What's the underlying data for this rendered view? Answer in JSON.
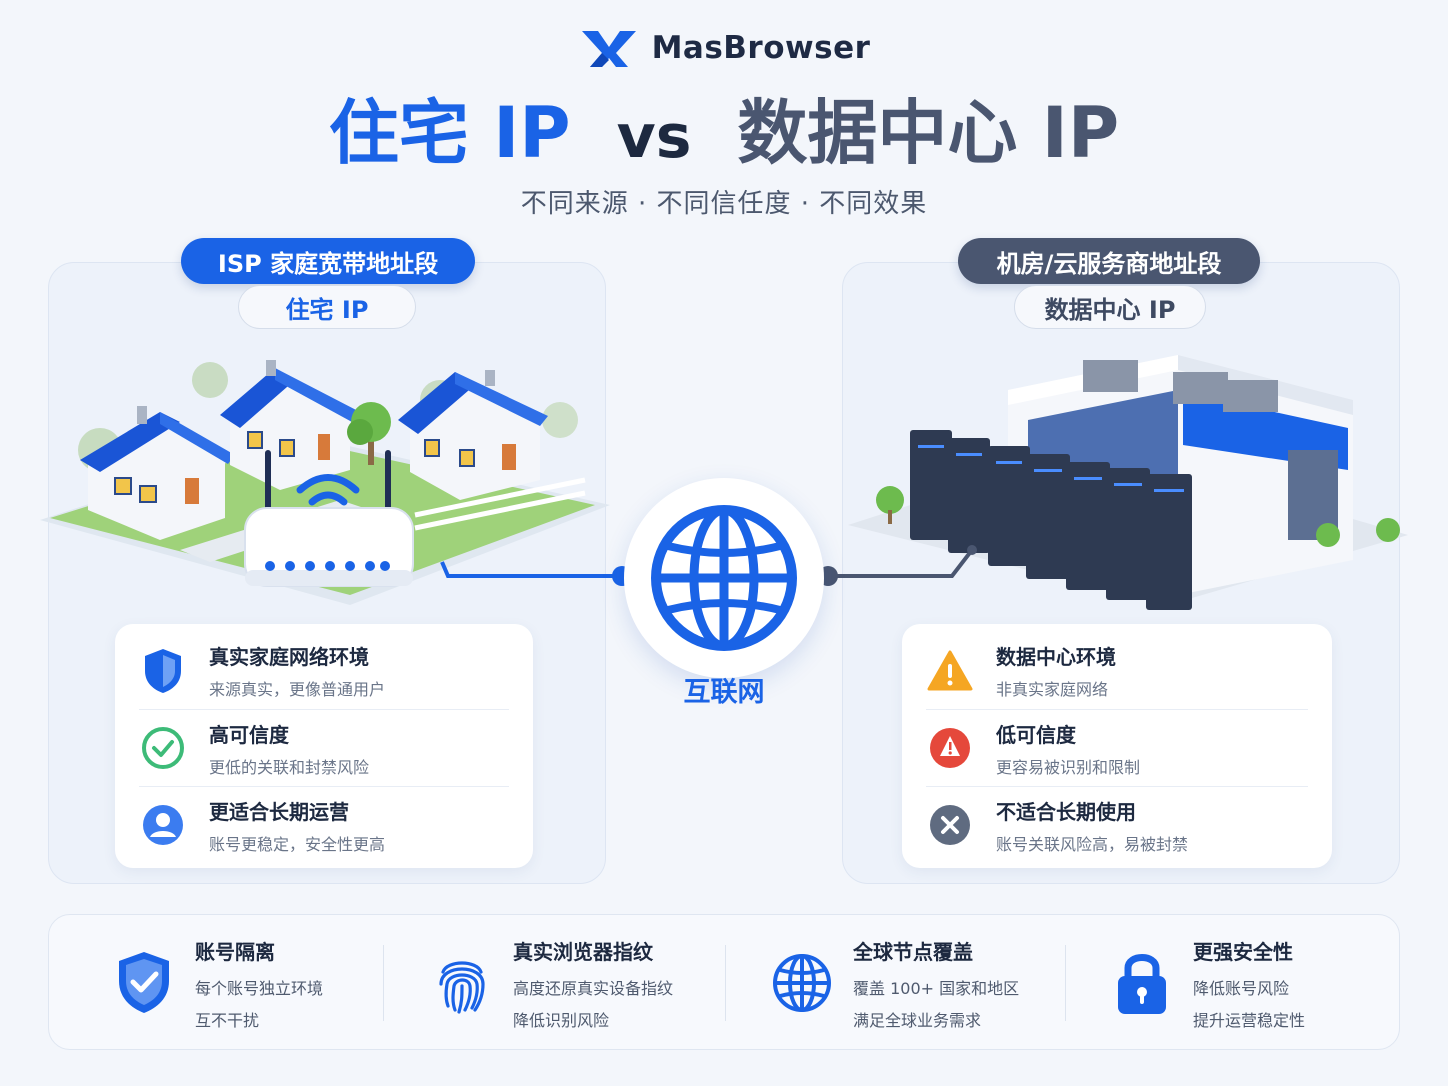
{
  "brand": {
    "name": "MasBrowser"
  },
  "title": {
    "residential": "住宅 IP",
    "vs": "vs",
    "datacenter": "数据中心 IP"
  },
  "subtitle": "不同来源 · 不同信任度 · 不同效果",
  "left": {
    "tag": "ISP 家庭宽带地址段",
    "label": "住宅 IP",
    "features": [
      {
        "title": "真实家庭网络环境",
        "desc": "来源真实，更像普通用户",
        "icon": "shield-icon"
      },
      {
        "title": "高可信度",
        "desc": "更低的关联和封禁风险",
        "icon": "check-circle-icon"
      },
      {
        "title": "更适合长期运营",
        "desc": "账号更稳定，安全性更高",
        "icon": "user-icon"
      }
    ]
  },
  "right": {
    "tag": "机房/云服务商地址段",
    "label": "数据中心 IP",
    "features": [
      {
        "title": "数据中心环境",
        "desc": "非真实家庭网络",
        "icon": "warning-icon"
      },
      {
        "title": "低可信度",
        "desc": "更容易被识别和限制",
        "icon": "alert-icon"
      },
      {
        "title": "不适合长期使用",
        "desc": "账号关联风险高，易被封禁",
        "icon": "x-circle-icon"
      }
    ]
  },
  "center": {
    "label": "互联网"
  },
  "bottom": [
    {
      "title": "账号隔离",
      "line1": "每个账号独立环境",
      "line2": "互不干扰",
      "icon": "shield-check-icon"
    },
    {
      "title": "真实浏览器指纹",
      "line1": "高度还原真实设备指纹",
      "line2": "降低识别风险",
      "icon": "fingerprint-icon"
    },
    {
      "title": "全球节点覆盖",
      "line1": "覆盖 100+ 国家和地区",
      "line2": "满足全球业务需求",
      "icon": "globe-icon"
    },
    {
      "title": "更强安全性",
      "line1": "降低账号风险",
      "line2": "提升运营稳定性",
      "icon": "lock-icon"
    }
  ],
  "colors": {
    "primary": "#1a63e6",
    "slate": "#4a5670",
    "warning": "#f5a623",
    "danger": "#e5483b",
    "success": "#3dbb78"
  }
}
